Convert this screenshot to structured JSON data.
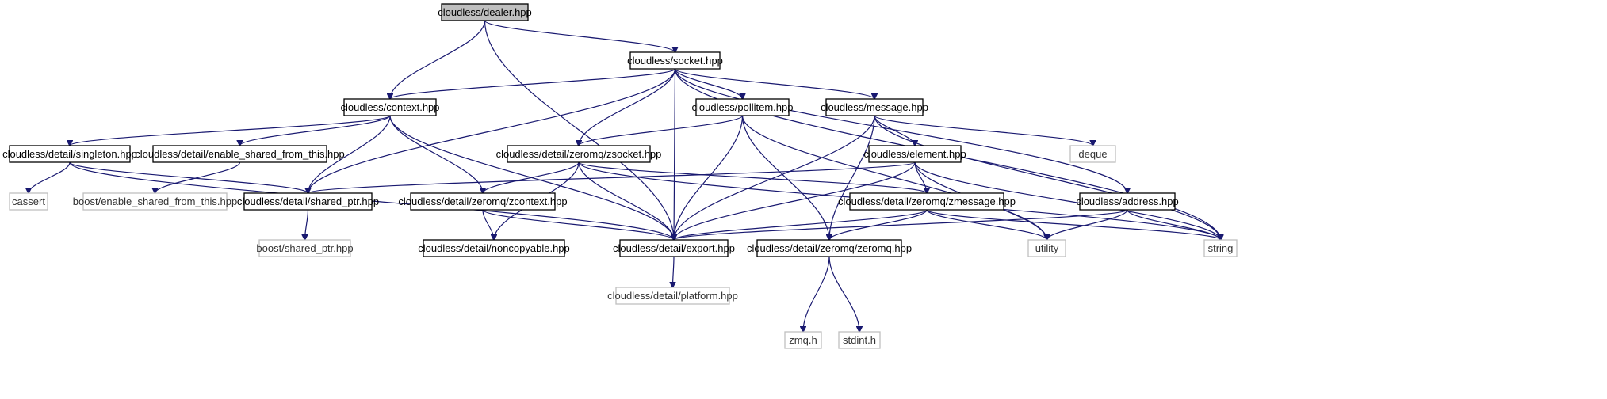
{
  "graph": {
    "nodes": [
      {
        "id": "dealer",
        "label": "cloudless/dealer.hpp",
        "kind": "focus"
      },
      {
        "id": "socket",
        "label": "cloudless/socket.hpp",
        "kind": "local"
      },
      {
        "id": "context",
        "label": "cloudless/context.hpp",
        "kind": "local"
      },
      {
        "id": "pollitem",
        "label": "cloudless/pollitem.hpp",
        "kind": "local"
      },
      {
        "id": "message",
        "label": "cloudless/message.hpp",
        "kind": "local"
      },
      {
        "id": "singleton",
        "label": "cloudless/detail/singleton.hpp",
        "kind": "local"
      },
      {
        "id": "enable_shared",
        "label": "cloudless/detail/enable_shared_from_this.hpp",
        "kind": "local"
      },
      {
        "id": "zsocket",
        "label": "cloudless/detail/zeromq/zsocket.hpp",
        "kind": "local"
      },
      {
        "id": "deque",
        "label": "deque",
        "kind": "system"
      },
      {
        "id": "element",
        "label": "cloudless/element.hpp",
        "kind": "local"
      },
      {
        "id": "cassert",
        "label": "cassert",
        "kind": "system"
      },
      {
        "id": "boost_enable",
        "label": "boost/enable_shared_from_this.hpp",
        "kind": "system"
      },
      {
        "id": "shared_ptr",
        "label": "cloudless/detail/shared_ptr.hpp",
        "kind": "local"
      },
      {
        "id": "zcontext",
        "label": "cloudless/detail/zeromq/zcontext.hpp",
        "kind": "local"
      },
      {
        "id": "zmessage",
        "label": "cloudless/detail/zeromq/zmessage.hpp",
        "kind": "local"
      },
      {
        "id": "address",
        "label": "cloudless/address.hpp",
        "kind": "local"
      },
      {
        "id": "boost_shared",
        "label": "boost/shared_ptr.hpp",
        "kind": "system"
      },
      {
        "id": "noncopyable",
        "label": "cloudless/detail/noncopyable.hpp",
        "kind": "local"
      },
      {
        "id": "export",
        "label": "cloudless/detail/export.hpp",
        "kind": "local"
      },
      {
        "id": "zeromq",
        "label": "cloudless/detail/zeromq/zeromq.hpp",
        "kind": "local"
      },
      {
        "id": "utility",
        "label": "utility",
        "kind": "system"
      },
      {
        "id": "string",
        "label": "string",
        "kind": "system"
      },
      {
        "id": "platform",
        "label": "cloudless/detail/platform.hpp",
        "kind": "system"
      },
      {
        "id": "zmq",
        "label": "zmq.h",
        "kind": "system"
      },
      {
        "id": "stdint",
        "label": "stdint.h",
        "kind": "system"
      }
    ],
    "edges": [
      [
        "dealer",
        "context"
      ],
      [
        "dealer",
        "socket"
      ],
      [
        "dealer",
        "export"
      ],
      [
        "socket",
        "context"
      ],
      [
        "socket",
        "shared_ptr"
      ],
      [
        "socket",
        "zsocket"
      ],
      [
        "socket",
        "export"
      ],
      [
        "socket",
        "pollitem"
      ],
      [
        "socket",
        "message"
      ],
      [
        "socket",
        "address"
      ],
      [
        "socket",
        "string"
      ],
      [
        "context",
        "singleton"
      ],
      [
        "context",
        "enable_shared"
      ],
      [
        "context",
        "shared_ptr"
      ],
      [
        "context",
        "zcontext"
      ],
      [
        "context",
        "export"
      ],
      [
        "singleton",
        "cassert"
      ],
      [
        "singleton",
        "shared_ptr"
      ],
      [
        "singleton",
        "export"
      ],
      [
        "enable_shared",
        "boost_enable"
      ],
      [
        "shared_ptr",
        "boost_shared"
      ],
      [
        "pollitem",
        "zsocket"
      ],
      [
        "pollitem",
        "export"
      ],
      [
        "pollitem",
        "zeromq"
      ],
      [
        "pollitem",
        "utility"
      ],
      [
        "message",
        "export"
      ],
      [
        "message",
        "zeromq"
      ],
      [
        "message",
        "element"
      ],
      [
        "message",
        "deque"
      ],
      [
        "message",
        "string"
      ],
      [
        "zsocket",
        "zcontext"
      ],
      [
        "zsocket",
        "noncopyable"
      ],
      [
        "zsocket",
        "export"
      ],
      [
        "zsocket",
        "zmessage"
      ],
      [
        "zsocket",
        "string"
      ],
      [
        "element",
        "shared_ptr"
      ],
      [
        "element",
        "export"
      ],
      [
        "element",
        "zmessage"
      ],
      [
        "element",
        "utility"
      ],
      [
        "element",
        "string"
      ],
      [
        "zcontext",
        "noncopyable"
      ],
      [
        "zcontext",
        "export"
      ],
      [
        "zmessage",
        "export"
      ],
      [
        "zmessage",
        "zeromq"
      ],
      [
        "zmessage",
        "utility"
      ],
      [
        "zmessage",
        "string"
      ],
      [
        "address",
        "export"
      ],
      [
        "address",
        "utility"
      ],
      [
        "address",
        "string"
      ],
      [
        "export",
        "platform"
      ],
      [
        "zeromq",
        "zmq"
      ],
      [
        "zeromq",
        "stdint"
      ]
    ]
  }
}
